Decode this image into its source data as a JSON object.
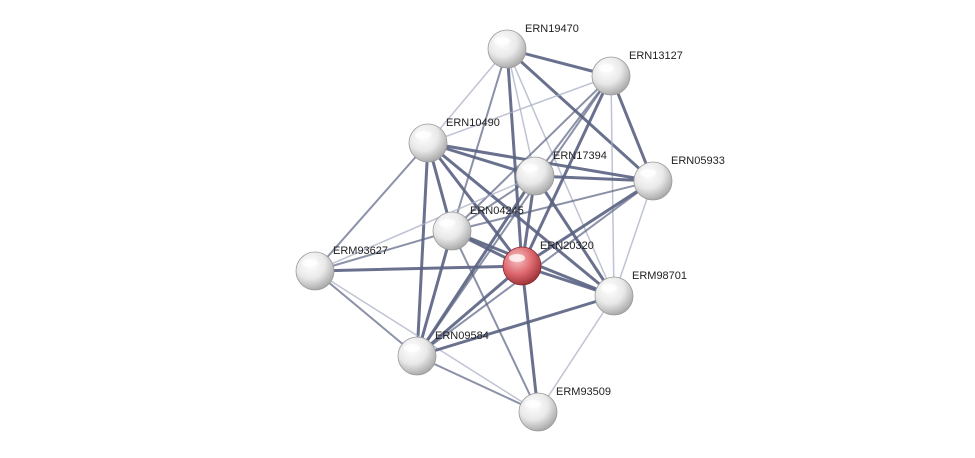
{
  "network": {
    "colors": {
      "edge_dark": "#5a6282",
      "edge_light": "#aab0c6",
      "node_default": "#e6e6e6",
      "node_query": "#e06a6f"
    },
    "nodes": [
      {
        "id": "ERN20320",
        "label": "ERN20320",
        "query": true
      },
      {
        "id": "ERN19470",
        "label": "ERN19470",
        "query": false
      },
      {
        "id": "ERN13127",
        "label": "ERN13127",
        "query": false
      },
      {
        "id": "ERN10490",
        "label": "ERN10490",
        "query": false
      },
      {
        "id": "ERN17394",
        "label": "ERN17394",
        "query": false
      },
      {
        "id": "ERN05933",
        "label": "ERN05933",
        "query": false
      },
      {
        "id": "ERN04245",
        "label": "ERN04245",
        "query": false
      },
      {
        "id": "ERM93627",
        "label": "ERM93627",
        "query": false
      },
      {
        "id": "ERM98701",
        "label": "ERM98701",
        "query": false
      },
      {
        "id": "ERN09584",
        "label": "ERN09584",
        "query": false
      },
      {
        "id": "ERM93509",
        "label": "ERM93509",
        "query": false
      }
    ],
    "edges": [
      {
        "source": "ERN19470",
        "target": "ERN13127",
        "strength": "strong"
      },
      {
        "source": "ERN19470",
        "target": "ERN10490",
        "strength": "weak"
      },
      {
        "source": "ERN19470",
        "target": "ERN17394",
        "strength": "weak"
      },
      {
        "source": "ERN19470",
        "target": "ERN05933",
        "strength": "strong"
      },
      {
        "source": "ERN19470",
        "target": "ERN04245",
        "strength": "medium"
      },
      {
        "source": "ERN19470",
        "target": "ERN20320",
        "strength": "strong"
      },
      {
        "source": "ERN19470",
        "target": "ERM98701",
        "strength": "weak"
      },
      {
        "source": "ERN13127",
        "target": "ERN10490",
        "strength": "weak"
      },
      {
        "source": "ERN13127",
        "target": "ERN17394",
        "strength": "medium"
      },
      {
        "source": "ERN13127",
        "target": "ERN05933",
        "strength": "strong"
      },
      {
        "source": "ERN13127",
        "target": "ERN04245",
        "strength": "medium"
      },
      {
        "source": "ERN13127",
        "target": "ERN20320",
        "strength": "strong"
      },
      {
        "source": "ERN13127",
        "target": "ERM98701",
        "strength": "weak"
      },
      {
        "source": "ERN13127",
        "target": "ERN09584",
        "strength": "medium"
      },
      {
        "source": "ERN10490",
        "target": "ERN17394",
        "strength": "strong"
      },
      {
        "source": "ERN10490",
        "target": "ERN05933",
        "strength": "strong"
      },
      {
        "source": "ERN10490",
        "target": "ERN04245",
        "strength": "strong"
      },
      {
        "source": "ERN10490",
        "target": "ERN20320",
        "strength": "strong"
      },
      {
        "source": "ERN10490",
        "target": "ERM93627",
        "strength": "medium"
      },
      {
        "source": "ERN10490",
        "target": "ERM98701",
        "strength": "strong"
      },
      {
        "source": "ERN10490",
        "target": "ERN09584",
        "strength": "strong"
      },
      {
        "source": "ERN17394",
        "target": "ERN05933",
        "strength": "strong"
      },
      {
        "source": "ERN17394",
        "target": "ERN04245",
        "strength": "medium"
      },
      {
        "source": "ERN17394",
        "target": "ERN20320",
        "strength": "strong"
      },
      {
        "source": "ERN17394",
        "target": "ERM98701",
        "strength": "strong"
      },
      {
        "source": "ERN17394",
        "target": "ERN09584",
        "strength": "strong"
      },
      {
        "source": "ERN17394",
        "target": "ERM93627",
        "strength": "weak"
      },
      {
        "source": "ERN05933",
        "target": "ERN04245",
        "strength": "medium"
      },
      {
        "source": "ERN05933",
        "target": "ERN20320",
        "strength": "strong"
      },
      {
        "source": "ERN05933",
        "target": "ERM98701",
        "strength": "weak"
      },
      {
        "source": "ERN05933",
        "target": "ERN09584",
        "strength": "medium"
      },
      {
        "source": "ERN04245",
        "target": "ERN20320",
        "strength": "strong"
      },
      {
        "source": "ERN04245",
        "target": "ERM93627",
        "strength": "medium"
      },
      {
        "source": "ERN04245",
        "target": "ERM98701",
        "strength": "strong"
      },
      {
        "source": "ERN04245",
        "target": "ERN09584",
        "strength": "strong"
      },
      {
        "source": "ERN04245",
        "target": "ERM93509",
        "strength": "medium"
      },
      {
        "source": "ERN20320",
        "target": "ERM93627",
        "strength": "strong"
      },
      {
        "source": "ERN20320",
        "target": "ERM98701",
        "strength": "strong"
      },
      {
        "source": "ERN20320",
        "target": "ERN09584",
        "strength": "strong"
      },
      {
        "source": "ERN20320",
        "target": "ERM93509",
        "strength": "strong"
      },
      {
        "source": "ERM93627",
        "target": "ERN09584",
        "strength": "medium"
      },
      {
        "source": "ERM93627",
        "target": "ERM93509",
        "strength": "weak"
      },
      {
        "source": "ERM98701",
        "target": "ERN09584",
        "strength": "strong"
      },
      {
        "source": "ERM98701",
        "target": "ERM93509",
        "strength": "weak"
      },
      {
        "source": "ERN09584",
        "target": "ERM93509",
        "strength": "medium"
      }
    ]
  }
}
